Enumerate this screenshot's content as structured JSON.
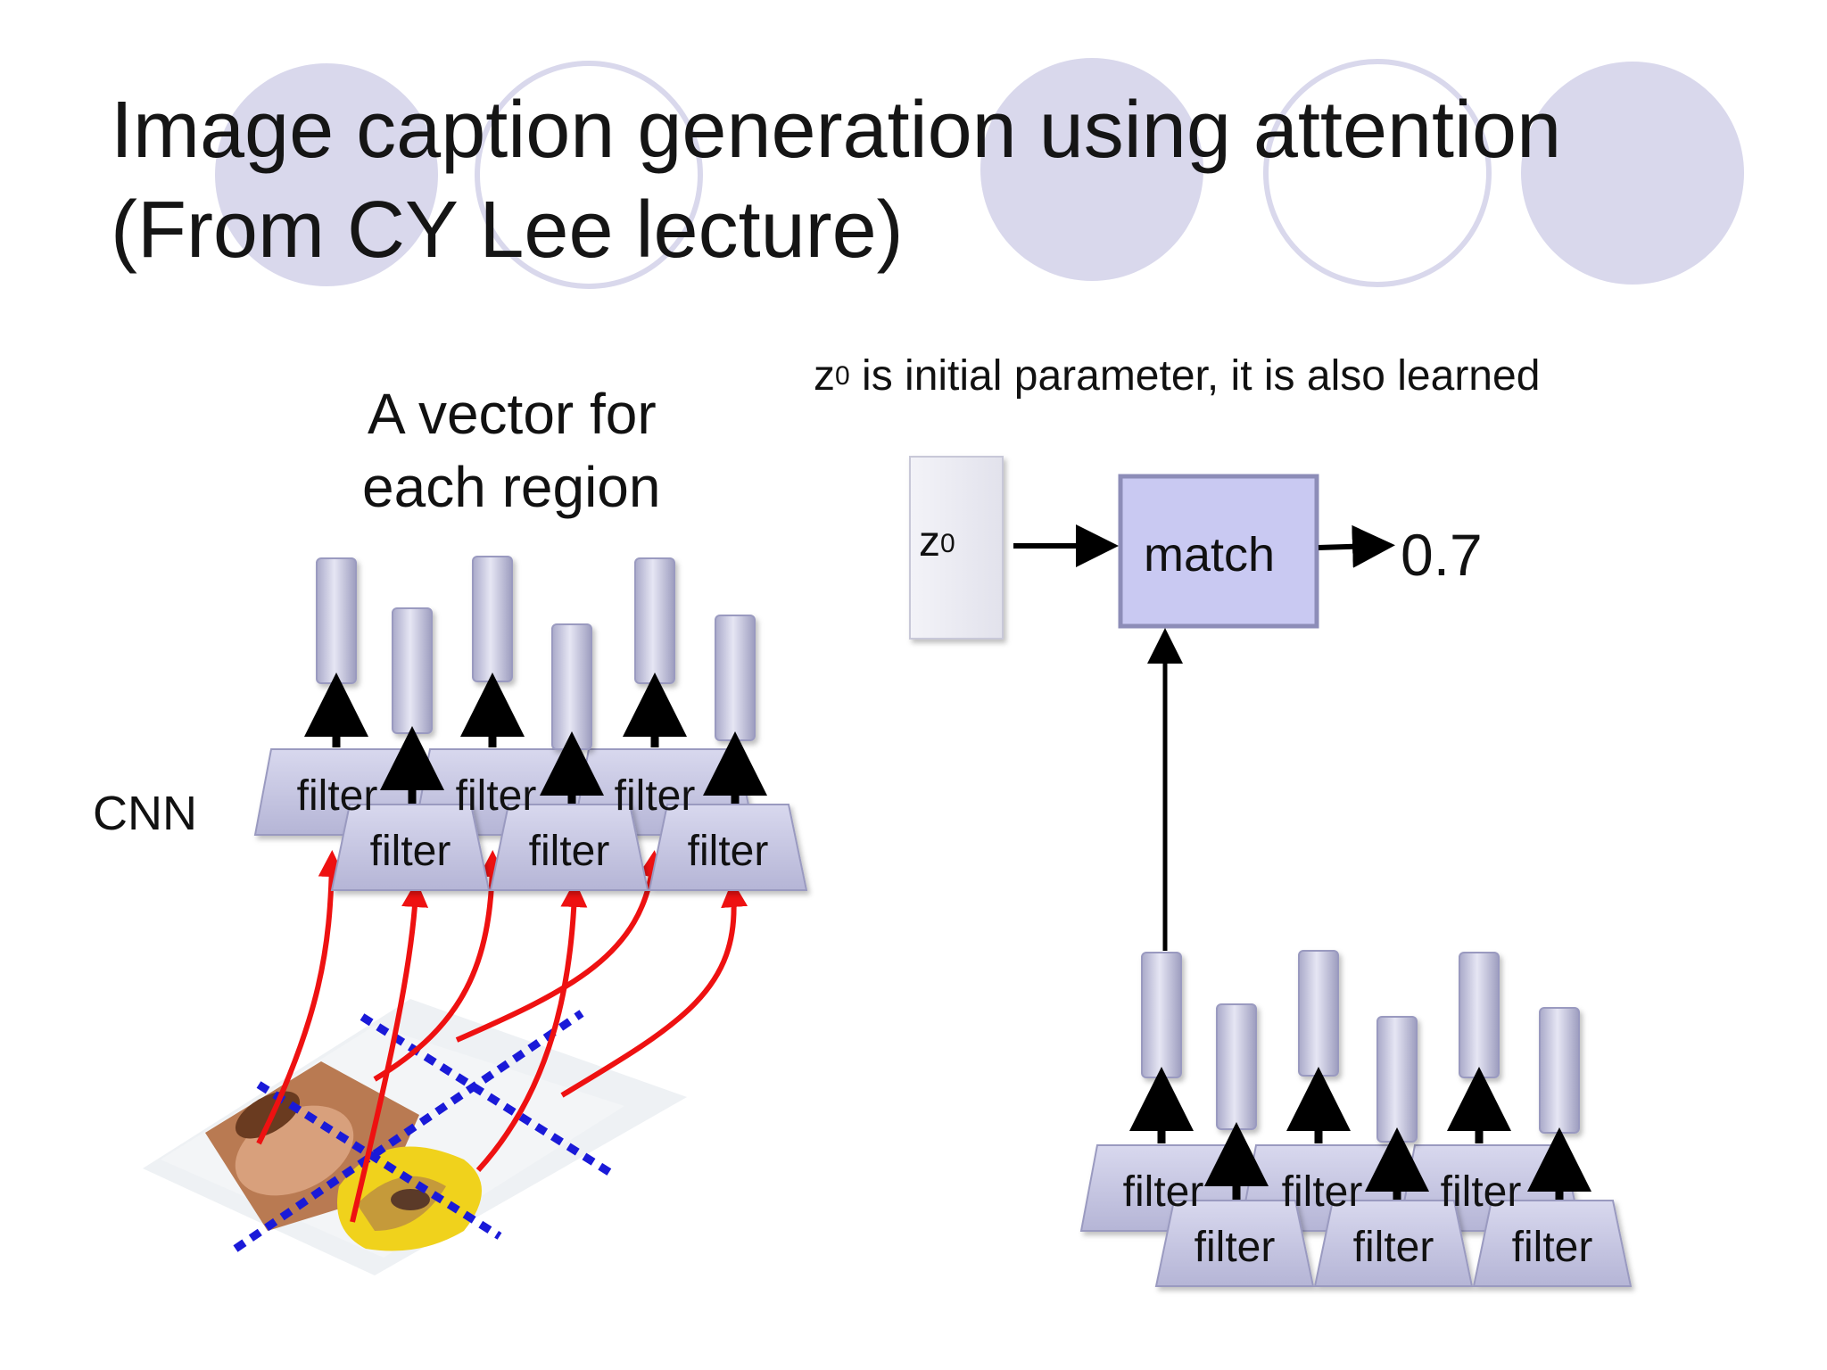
{
  "slide": {
    "title_line1": "Image caption generation using attention",
    "title_line2": "(From CY Lee lecture)",
    "note_z": "z",
    "note_sup": "0",
    "note_rest": " is initial parameter, it is also learned",
    "vector_line1": "A vector for",
    "vector_line2": "each region",
    "cnn_label": "CNN",
    "filter_label": "filter",
    "match_label": "match",
    "score": "0.7",
    "z_label": "z",
    "z_sup": "0"
  },
  "colors": {
    "circle_fill": "#d9d8ec",
    "circle_outline": "#d9d8ec",
    "filter_fill": "#cfcfe6",
    "match_fill": "#c9c9f2",
    "match_border": "#8d8db8",
    "red_arrow": "#ee1111",
    "blue_dash": "#1a1ad8",
    "black": "#000000"
  }
}
